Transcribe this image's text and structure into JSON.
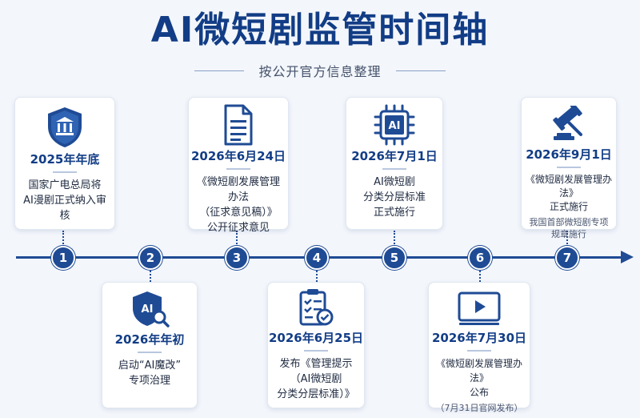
{
  "title": "AI微短剧监管时间轴",
  "subtitle": "按公开官方信息整理",
  "events": [
    {
      "num": "1",
      "date": "2025年年底",
      "desc": [
        "国家广电总局将",
        "AI漫剧正式纳入审核"
      ],
      "icon": "government-shield-icon"
    },
    {
      "num": "2",
      "date": "2026年年初",
      "desc": [
        "启动“AI魔改”",
        "专项治理"
      ],
      "icon": "ai-shield-search-icon"
    },
    {
      "num": "3",
      "date": "2026年6月24日",
      "desc": [
        "《微短剧发展管理办法",
        "（征求意见稿）》",
        "公开征求意见"
      ],
      "icon": "document-icon"
    },
    {
      "num": "4",
      "date": "2026年6月25日",
      "desc": [
        "发布《管理提示",
        "（AI微短剧",
        "分类分层标准）》"
      ],
      "icon": "checklist-icon"
    },
    {
      "num": "5",
      "date": "2026年7月1日",
      "desc": [
        "AI微短剧",
        "分类分层标准",
        "正式施行"
      ],
      "icon": "ai-chip-icon",
      "icon_text": "AI"
    },
    {
      "num": "6",
      "date": "2026年7月30日",
      "desc": [
        "《微短剧发展管理办法》",
        "公布"
      ],
      "note": [
        "（7月31日官网发布）"
      ],
      "icon": "video-play-icon"
    },
    {
      "num": "7",
      "date": "2026年9月1日",
      "desc": [
        "《微短剧发展管理办法》",
        "正式施行"
      ],
      "note": [
        "我国首部微短剧专项",
        "规章施行"
      ],
      "icon": "gavel-icon"
    }
  ],
  "colors": {
    "primary": "#1f4b95",
    "title": "#123d86",
    "background": "#f3f6fb"
  }
}
